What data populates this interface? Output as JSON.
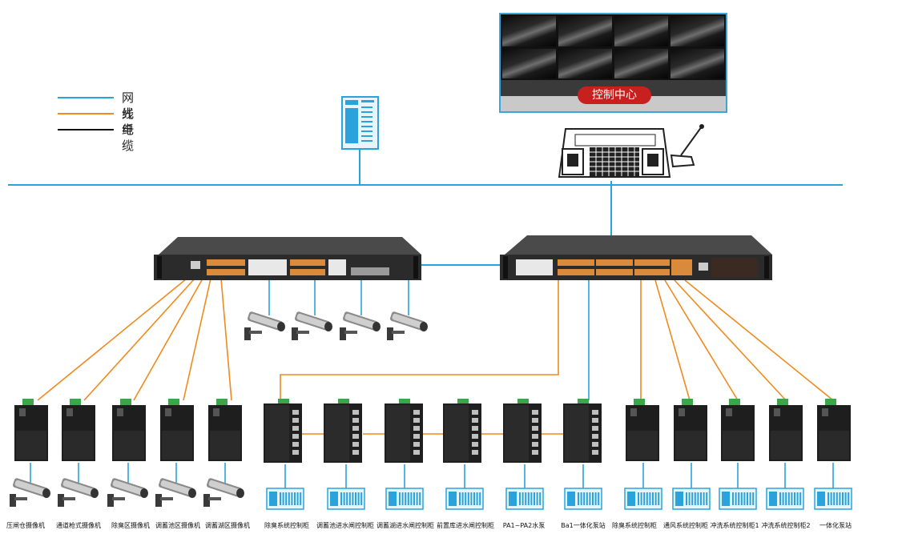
{
  "legend": [
    {
      "label": "网线",
      "color": "#2aa3dc"
    },
    {
      "label": "光纤",
      "color": "#f08a1e"
    },
    {
      "label": "电缆",
      "color": "#111111"
    }
  ],
  "control_center": {
    "title": "控制中心"
  },
  "colors": {
    "network": "#2aa3dc",
    "fiber": "#f08a1e",
    "cable": "#111111",
    "badge": "#c8201e"
  },
  "devices": {
    "server": "server-icon",
    "console": "control-console-icon",
    "switches": [
      "rack-switch-left",
      "rack-switch-right"
    ],
    "cameras": [
      "bullet-camera-icon"
    ]
  },
  "bottom_labels": [
    "压闸仓摄像机",
    "通道枪式摄像机",
    "除臭区摄像机",
    "调蓄池区摄像机",
    "调蓄湖区摄像机",
    "除臭系统控制柜",
    "调蓄池进水闸控制柜",
    "调蓄湖进水闸控制柜",
    "前置库进水闸控制柜",
    "PA1~PA2水泵",
    "Ba1一体化泵站",
    "除臭系统控制柜",
    "通风系统控制柜",
    "冲洗系统控制柜1",
    "冲洗系统控制柜2",
    "一体化泵站"
  ]
}
